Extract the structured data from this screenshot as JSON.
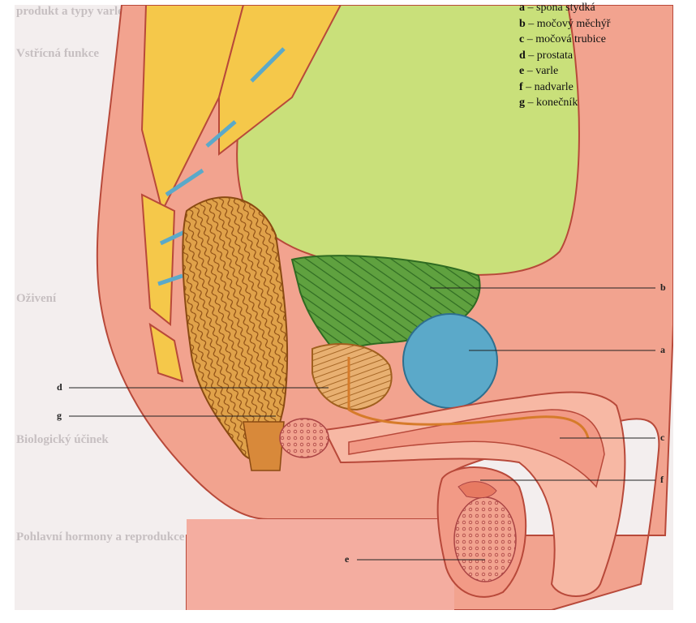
{
  "legend": [
    {
      "key": "a",
      "sep": "–",
      "term": "spona stydká"
    },
    {
      "key": "b",
      "sep": "–",
      "term": "močový měchýř"
    },
    {
      "key": "c",
      "sep": "–",
      "term": "močová trubice"
    },
    {
      "key": "d",
      "sep": "–",
      "term": "prostata"
    },
    {
      "key": "e",
      "sep": "–",
      "term": "varle"
    },
    {
      "key": "f",
      "sep": "–",
      "term": "nadvarle"
    },
    {
      "key": "g",
      "sep": "–",
      "term": "konečník"
    }
  ],
  "callouts": {
    "a": "a",
    "b": "b",
    "c": "c",
    "d": "d",
    "e": "e",
    "f": "f",
    "g": "g"
  },
  "background_text": {
    "header_line": "produkt a typy varle… HORMONY",
    "heading_1": "Vstřícná funkce",
    "heading_2": "Oživení",
    "heading_3": "Biologický účinek",
    "heading_4": "Pohlavní hormony a reprodukce"
  },
  "colors": {
    "skin": "#f2a38f",
    "bladder": "#5fa13f",
    "bone": "#f5c84a",
    "abdomen": "#c9e07a",
    "rectum": "#e0a24a",
    "pubic_bone": "#5ba9c9",
    "tissue": "#f7b8a4"
  }
}
